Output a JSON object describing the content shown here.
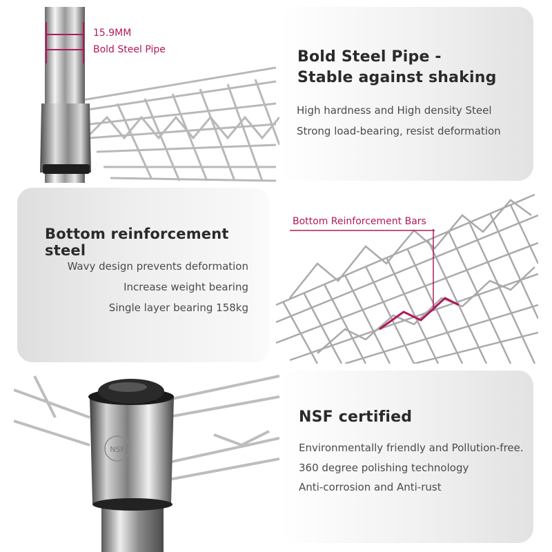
{
  "section1": {
    "title_line1": "Bold Steel Pipe -",
    "title_line2": "Stable against shaking",
    "features": [
      "High hardness and High density Steel",
      "Strong load-bearing, resist deformation"
    ],
    "annotation_line1": "15.9MM",
    "annotation_line2": "Bold Steel Pipe"
  },
  "section2": {
    "title": "Bottom reinforcement steel",
    "features": [
      "Wavy design prevents deformation",
      "Increase weight bearing",
      "Single layer bearing 158kg"
    ],
    "annotation": "Bottom Reinforcement Bars"
  },
  "section3": {
    "title": "NSF certified",
    "features": [
      "Environmentally friendly and Pollution-free.",
      "360 degree polishing technology",
      "Anti-corrosion and Anti-rust"
    ],
    "sleeve_mark": "NSF"
  },
  "colors": {
    "accent": "#b0185a",
    "title": "#2a2a2a",
    "text": "#4a4a4a"
  }
}
